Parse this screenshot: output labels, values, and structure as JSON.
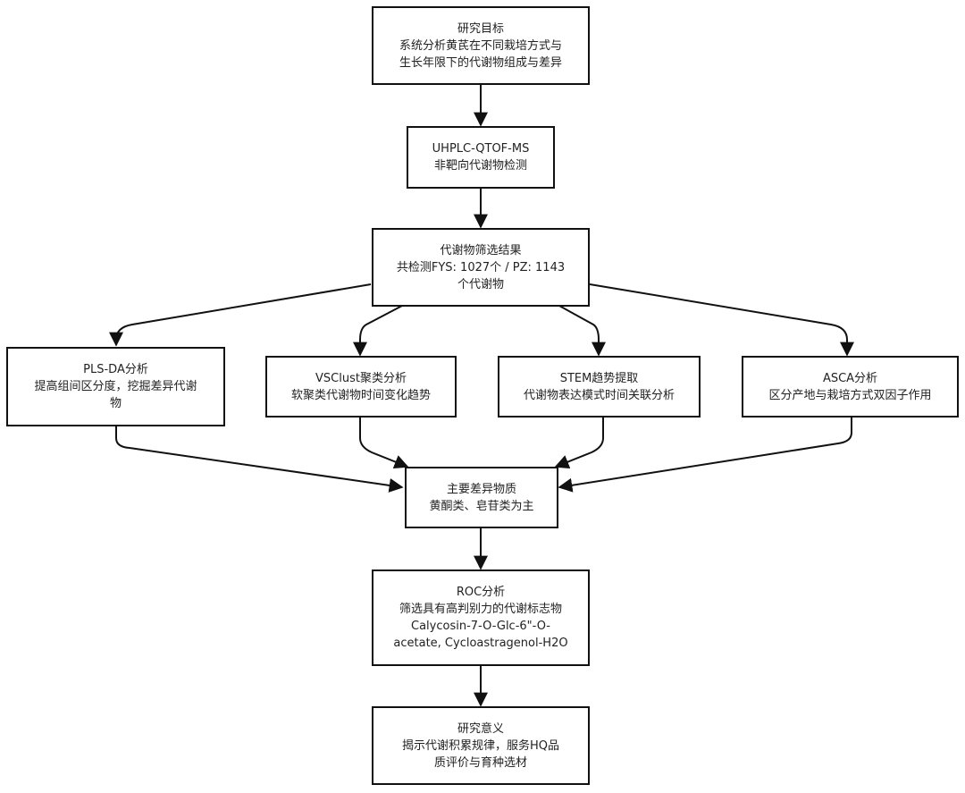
{
  "nodes": {
    "goal": [
      "研究目标",
      "系统分析黄芪在不同栽培方式与",
      "生长年限下的代谢物组成与差异"
    ],
    "detect": [
      "UHPLC-QTOF-MS",
      "非靶向代谢物检测"
    ],
    "screen": [
      "代谢物筛选结果",
      "共检测FYS: 1027个 / PZ: 1143",
      "个代谢物"
    ],
    "plsda": [
      "PLS-DA分析",
      "提高组间区分度，挖掘差异代谢",
      "物"
    ],
    "vsclust": [
      "VSClust聚类分析",
      "软聚类代谢物时间变化趋势"
    ],
    "stem": [
      "STEM趋势提取",
      "代谢物表达模式时间关联分析"
    ],
    "asca": [
      "ASCA分析",
      "区分产地与栽培方式双因子作用"
    ],
    "main": [
      "主要差异物质",
      "黄酮类、皂苷类为主"
    ],
    "roc": [
      "ROC分析",
      "筛选具有高判别力的代谢标志物",
      "Calycosin-7-O-Glc-6\"-O-",
      "acetate, Cycloastragenol-H2O"
    ],
    "meaning": [
      "研究意义",
      "揭示代谢积累规律，服务HQ品",
      "质评价与育种选材"
    ]
  }
}
